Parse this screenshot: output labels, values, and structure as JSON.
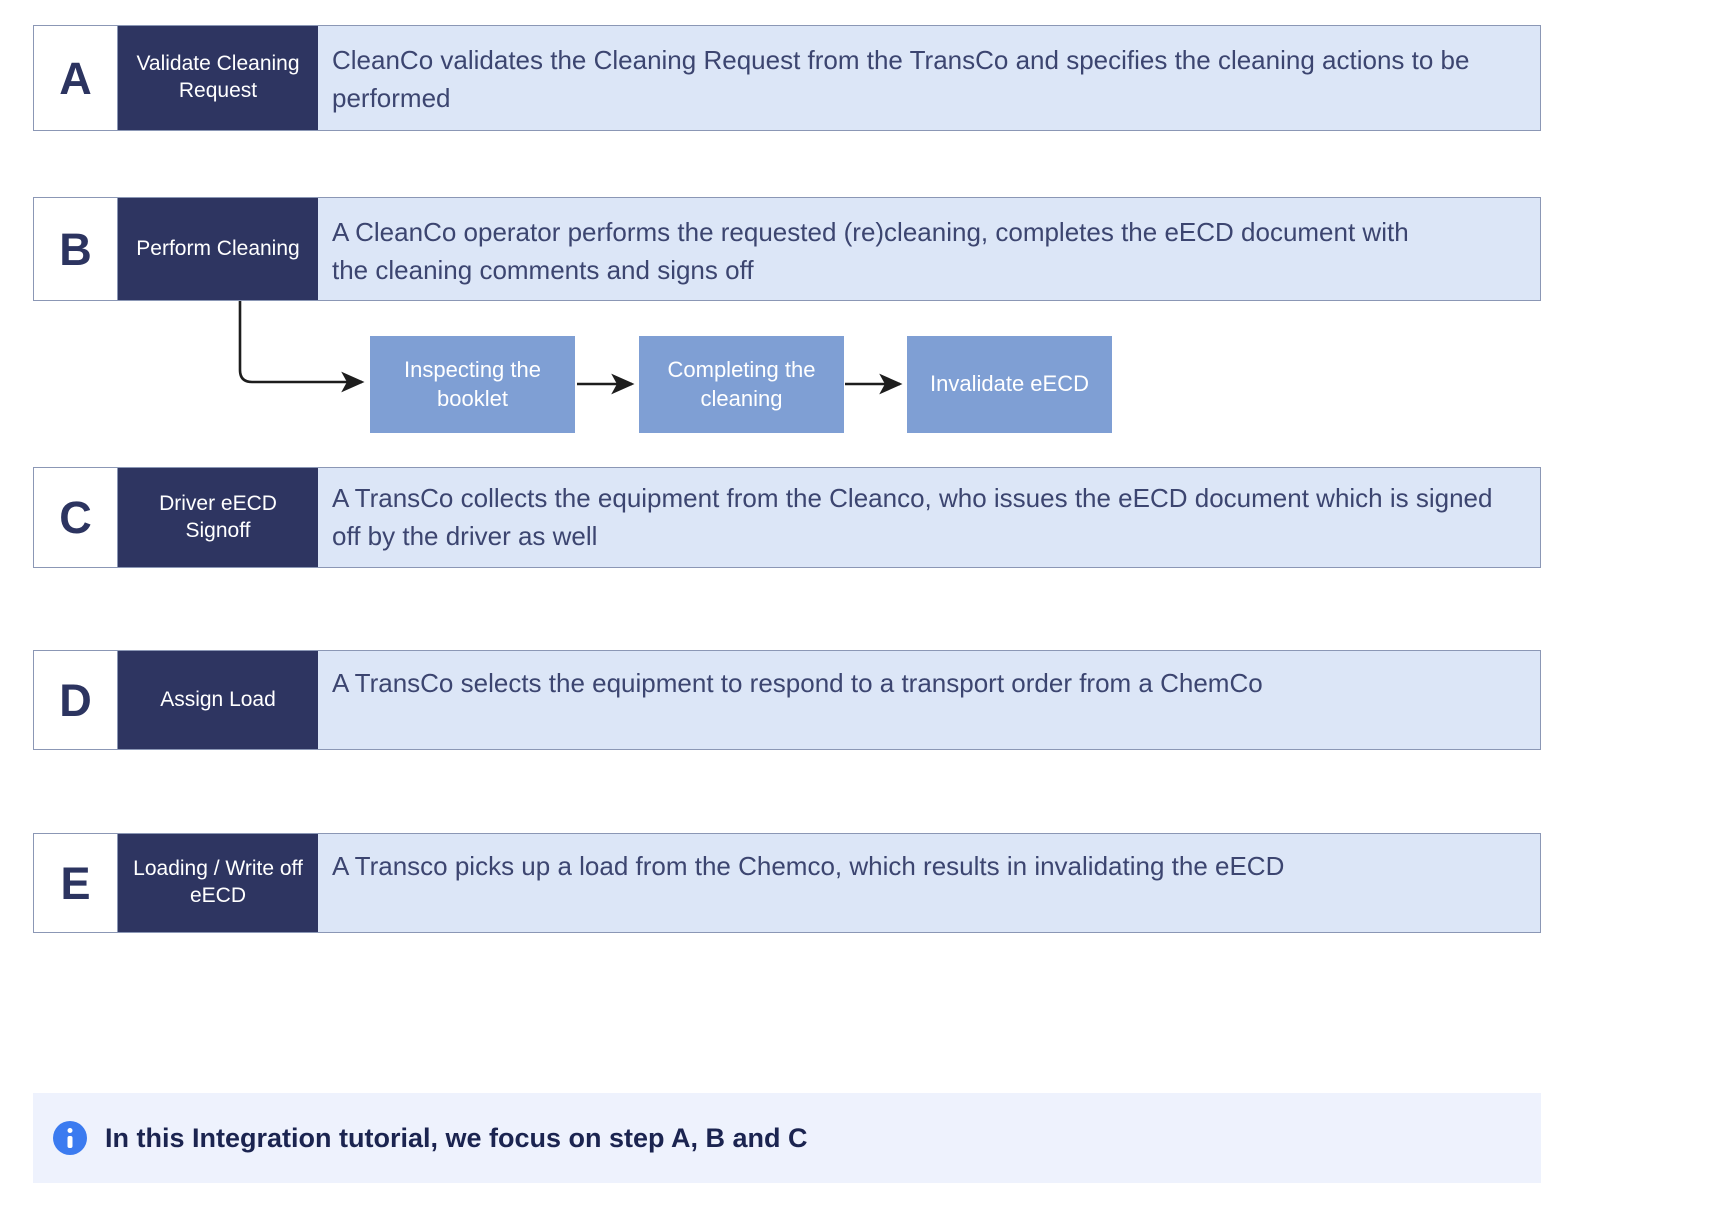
{
  "steps": [
    {
      "letter": "A",
      "label": "Validate Cleaning Request",
      "description": "CleanCo validates the Cleaning Request from the TransCo and specifies the cleaning actions to be performed"
    },
    {
      "letter": "B",
      "label": "Perform Cleaning",
      "description": "A CleanCo operator performs the requested (re)cleaning, completes the eECD document with the cleaning comments and signs off"
    },
    {
      "letter": "C",
      "label": "Driver eECD Signoff",
      "description": "A TransCo collects the equipment from the Cleanco, who issues the eECD document which is signed off by the driver as well"
    },
    {
      "letter": "D",
      "label": "Assign Load",
      "description": "A TransCo selects the equipment to respond to a transport order from a ChemCo"
    },
    {
      "letter": "E",
      "label": "Loading / Write off eECD",
      "description": "A Transco picks up a load from the Chemco, which results in invalidating the eECD"
    }
  ],
  "subflow": {
    "boxes": [
      {
        "label": "Inspecting the booklet"
      },
      {
        "label": "Completing the cleaning"
      },
      {
        "label": "Invalidate eECD"
      }
    ]
  },
  "note": {
    "icon": "info-icon",
    "text": "In this Integration tutorial, we focus on step A, B and C"
  },
  "colors": {
    "label_cell_bg": "#2e3561",
    "desc_cell_bg": "#dce6f7",
    "subflow_box_bg": "#7f9fd4",
    "note_bg": "#eef2fd",
    "info_icon_bg": "#3b7bf0",
    "row_border": "#8b97b5",
    "text_dark": "#3c4570"
  }
}
